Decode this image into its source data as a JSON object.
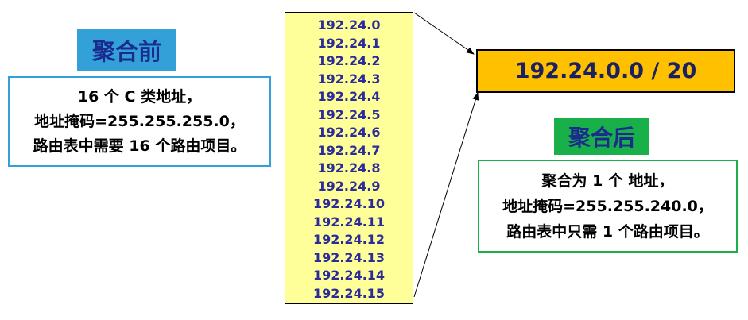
{
  "before": {
    "label": "聚合前",
    "lines": [
      "16 个 C 类地址，",
      "地址掩码=255.255.255.0，",
      "路由表中需要 16 个路由项目。"
    ]
  },
  "networks": [
    "192.24.0",
    "192.24.1",
    "192.24.2",
    "192.24.3",
    "192.24.4",
    "192.24.5",
    "192.24.6",
    "192.24.7",
    "192.24.8",
    "192.24.9",
    "192.24.10",
    "192.24.11",
    "192.24.12",
    "192.24.13",
    "192.24.14",
    "192.24.15"
  ],
  "result": {
    "text": "192.24.0.0 / 20"
  },
  "after": {
    "label": "聚合后",
    "lines": [
      "聚合为 1 个 地址，",
      "地址掩码=255.255.240.0，",
      "路由表中只需 1 个路由项目。"
    ]
  },
  "colors": {
    "before_accent": "#33a1d8",
    "after_accent": "#19b04a",
    "list_bg": "#ffff99",
    "result_bg": "#ffc000",
    "label_text": "#1a2a8e",
    "net_text": "#2b2b99"
  }
}
